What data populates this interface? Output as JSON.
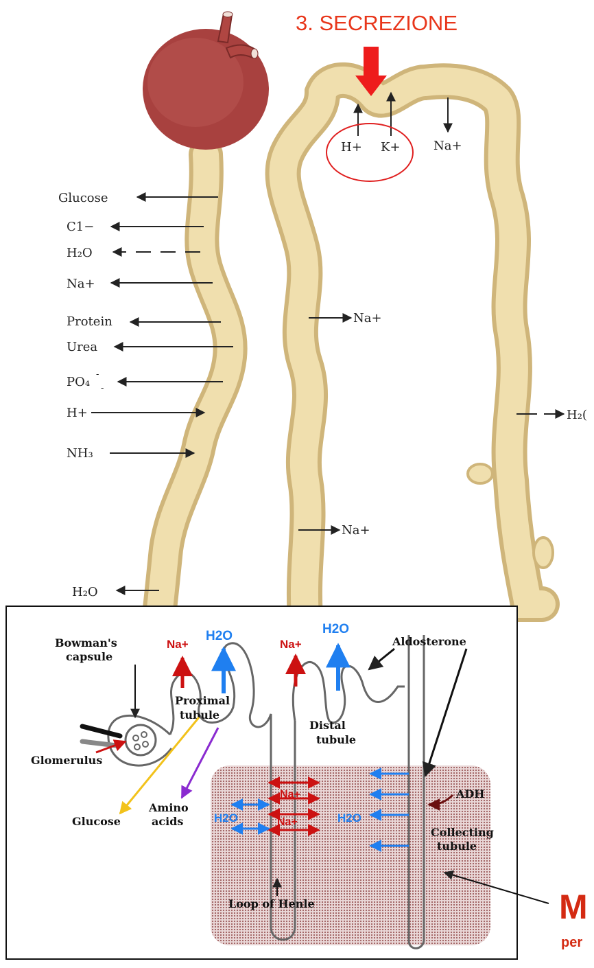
{
  "top": {
    "title": "3. SECREZIONE",
    "title_color": "#e8361b",
    "arrow_color": "#ee1c1c",
    "secretion_labels": {
      "h": "H+",
      "k": "K+",
      "na": "Na+"
    },
    "proximal_labels": [
      "Glucose",
      "C1−",
      "H₂O",
      "Na+",
      "Protein",
      "Urea",
      "PO₄",
      "H+",
      "NH₃"
    ],
    "po4_superscript": "-",
    "po4_subscript": "-",
    "bottom_h2o": "H₂O",
    "ascending_na_1": "Na+",
    "ascending_na_2": "Na+",
    "collecting_h2o": "H₂(",
    "tubule_color": "#ead6a0",
    "glomerulus_color": "#a8413f"
  },
  "inset": {
    "bowman": [
      "Bowman's",
      "capsule"
    ],
    "glomerulus": "Glomerulus",
    "glucose": "Glucose",
    "amino": [
      "Amino",
      "acids"
    ],
    "proximal": [
      "Proximal",
      "tubule"
    ],
    "na_proximal": "Na+",
    "h2o_proximal": "H2O",
    "na_distal": "Na+",
    "h2o_distal": "H2O",
    "aldosterone": "Aldosterone",
    "distal": [
      "Distal",
      "tubule"
    ],
    "na_loop_1": "Na+",
    "na_loop_2": "Na+",
    "h2o_loop": "H2O",
    "h2o_collect": "H2O",
    "adh": "ADH",
    "collecting": [
      "Collecting",
      "tubule"
    ],
    "loop": "Loop of Henle",
    "red": "#cc1111",
    "blue": "#1f7ff0",
    "medulla_color": "#c9a3a3"
  },
  "side": {
    "big_letter": "M",
    "small_text": "per",
    "color": "#d42a12"
  }
}
